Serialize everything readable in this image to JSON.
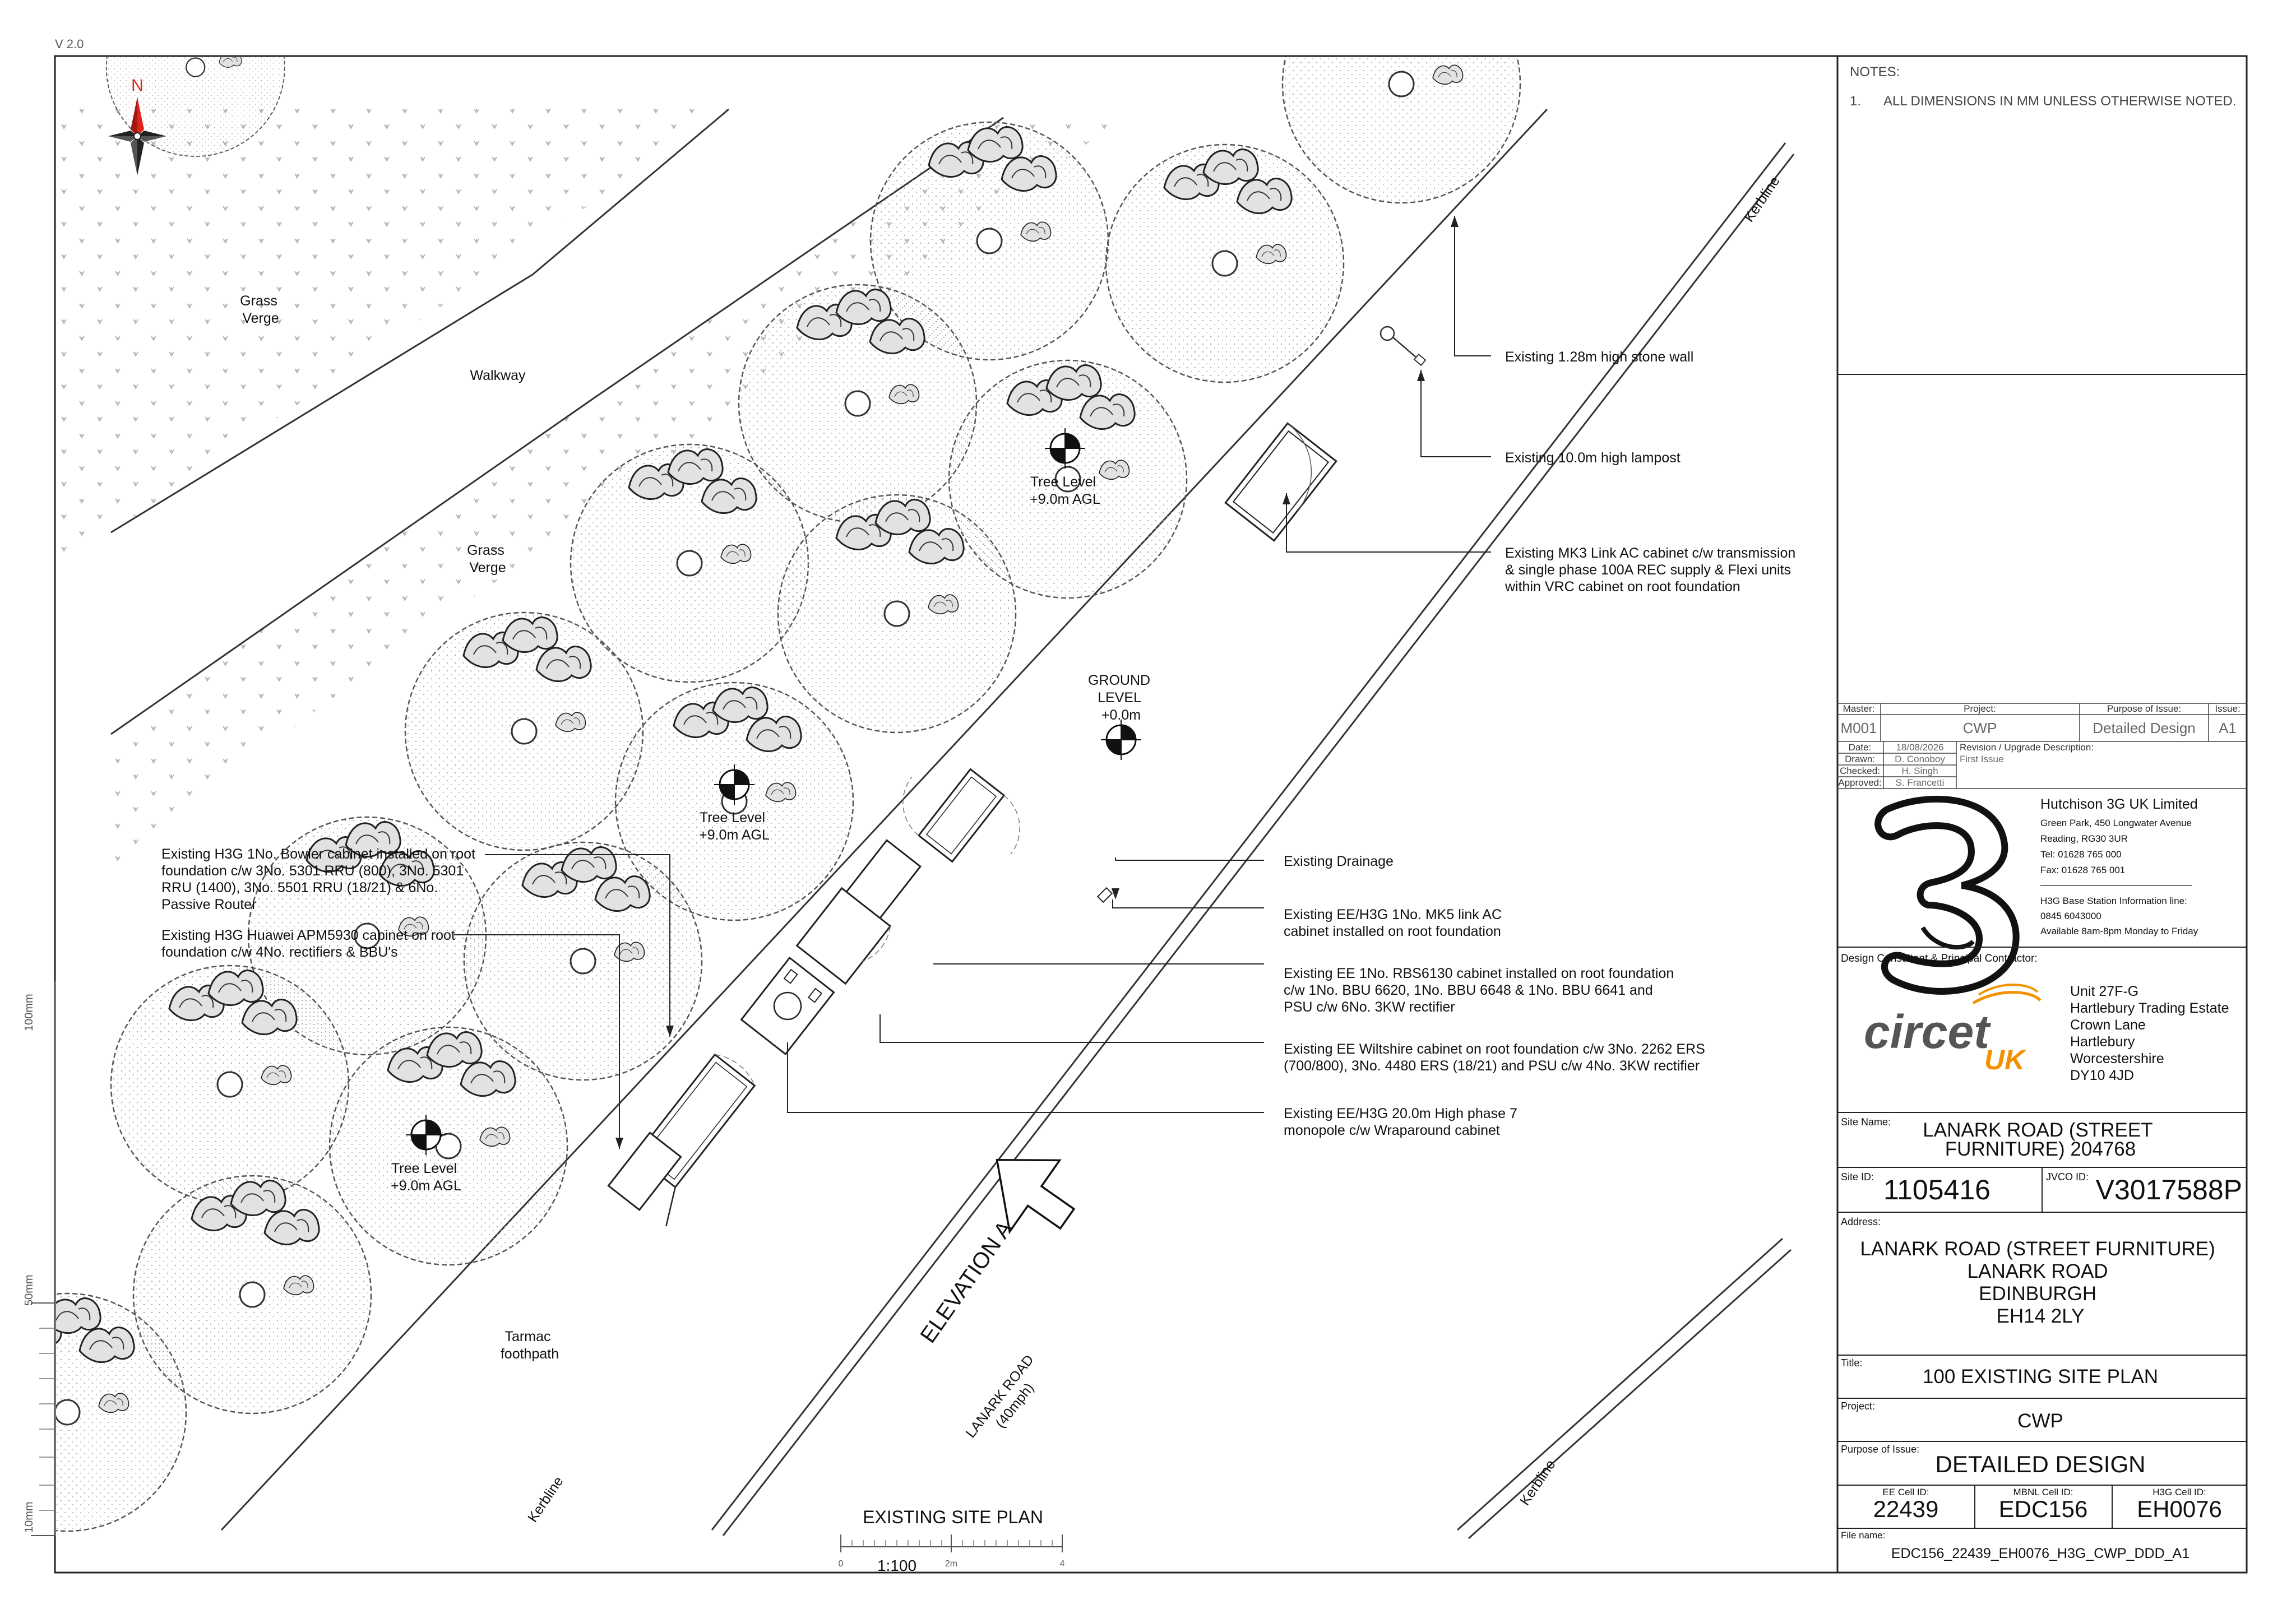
{
  "version": "V 2.0",
  "north": "N",
  "plan_labels": {
    "grass_verge_1": [
      "Grass",
      "Verge"
    ],
    "walkway": "Walkway",
    "grass_verge_2": [
      "Grass",
      "Verge"
    ],
    "tree_level_1": [
      "Tree Level",
      "+9.0m AGL"
    ],
    "tree_level_2": [
      "Tree Level",
      "+9.0m AGL"
    ],
    "tree_level_3": [
      "Tree Level",
      "+9.0m AGL"
    ],
    "ground_level": [
      "GROUND",
      "LEVEL",
      "+0.0m"
    ],
    "tarmac": [
      "Tarmac",
      "foothpath"
    ],
    "elevation": "ELEVATION A",
    "road": [
      "LANARK ROAD",
      "(40mph)"
    ],
    "kerbline_1": "Kerbline",
    "kerbline_2": "Kerbline",
    "kerbline_3": "Kerbline"
  },
  "annotations": {
    "stone_wall": [
      "Existing 1.28m high stone wall"
    ],
    "lampost": [
      "Existing 10.0m high lampost"
    ],
    "mk3": [
      "Existing MK3 Link AC cabinet c/w transmission",
      "& single phase 100A REC supply & Flexi units",
      "within VRC cabinet on root foundation"
    ],
    "drainage": [
      "Existing Drainage"
    ],
    "mk5": [
      "Existing EE/H3G 1No. MK5 link AC",
      "cabinet installed on root foundation"
    ],
    "rbs6130": [
      "Existing EE 1No. RBS6130 cabinet installed on root foundation",
      "c/w 1No. BBU 6620, 1No. BBU 6648 & 1No. BBU 6641 and",
      "PSU c/w 6No. 3KW rectifier"
    ],
    "wiltshire": [
      "Existing EE Wiltshire cabinet on root foundation c/w 3No. 2262 ERS",
      "(700/800), 3No. 4480 ERS  (18/21) and PSU c/w 4No. 3KW rectifier"
    ],
    "monopole": [
      "Existing EE/H3G 20.0m High phase 7",
      "monopole c/w Wraparound cabinet"
    ],
    "bowler": [
      "Existing H3G 1No. Bowler cabinet installed on root",
      "foundation c/w 3No. 5301 RRU (800), 3No. 5301",
      "RRU (1400), 3No. 5501 RRU (18/21) & 6No.",
      "Passive Router"
    ],
    "huawei": [
      "Existing H3G Huawei APM5930 cabinet on root",
      "foundation c/w 4No. rectifiers & BBU's"
    ]
  },
  "scale_bar": {
    "title": "EXISTING SITE PLAN",
    "ratio": "1:100",
    "ticks": [
      "0",
      "2m",
      "4"
    ]
  },
  "side_ruler": [
    "100mm",
    "50mm",
    "10mm"
  ],
  "notes": {
    "heading": "NOTES:",
    "items": [
      {
        "num": "1.",
        "text": "ALL DIMENSIONS IN MM UNLESS OTHERWISE NOTED."
      }
    ]
  },
  "revision": {
    "headers": [
      "Master:",
      "Project:",
      "Purpose of Issue:",
      "Issue:"
    ],
    "values": [
      "M001",
      "CWP",
      "Detailed Design",
      "A1"
    ],
    "rows": [
      {
        "label": "Date:",
        "value": "18/08/2026"
      },
      {
        "label": "Drawn:",
        "value": "D. Conoboy"
      },
      {
        "label": "Checked:",
        "value": "H. Singh"
      },
      {
        "label": "Approved:",
        "value": "S. Francetti"
      }
    ],
    "desc_label": "Revision / Upgrade Description:",
    "desc_value": "First Issue"
  },
  "client": {
    "name": "Hutchison 3G UK Limited",
    "address": [
      "Green Park, 450 Longwater Avenue",
      "Reading, RG30 3UR",
      "Tel: 01628 765 000",
      "Fax: 01628 765 001"
    ],
    "info": [
      "H3G Base Station Information line:",
      "0845 6043000",
      "Available 8am-8pm Monday to Friday"
    ]
  },
  "consultant": {
    "heading": "Design Consultant & Principal Contractor:",
    "logo_text": "circet",
    "logo_sub": "UK",
    "address": [
      "Unit 27F-G",
      "Hartlebury Trading Estate",
      "Crown Lane",
      "Hartlebury",
      "Worcestershire",
      "DY10 4JD"
    ]
  },
  "site": {
    "name_label": "Site Name:",
    "name": [
      "LANARK ROAD (STREET",
      "FURNITURE) 204768"
    ],
    "id_label": "Site ID:",
    "id": "1105416",
    "jvco_label": "JVCO ID:",
    "jvco": "V3017588P",
    "address_label": "Address:",
    "address": [
      "LANARK ROAD (STREET FURNITURE)",
      "LANARK ROAD",
      "EDINBURGH",
      "EH14 2LY"
    ],
    "title_label": "Title:",
    "title": "100 EXISTING SITE PLAN",
    "project_label": "Project:",
    "project": "CWP",
    "purpose_label": "Purpose of Issue:",
    "purpose": "DETAILED DESIGN",
    "ee_label": "EE Cell ID:",
    "ee": "22439",
    "mbnl_label": "MBNL Cell ID:",
    "mbnl": "EDC156",
    "h3g_label": "H3G Cell ID:",
    "h3g": "EH0076",
    "file_label": "File name:",
    "file": "EDC156_22439_EH0076_H3G_CWP_DDD_A1"
  }
}
